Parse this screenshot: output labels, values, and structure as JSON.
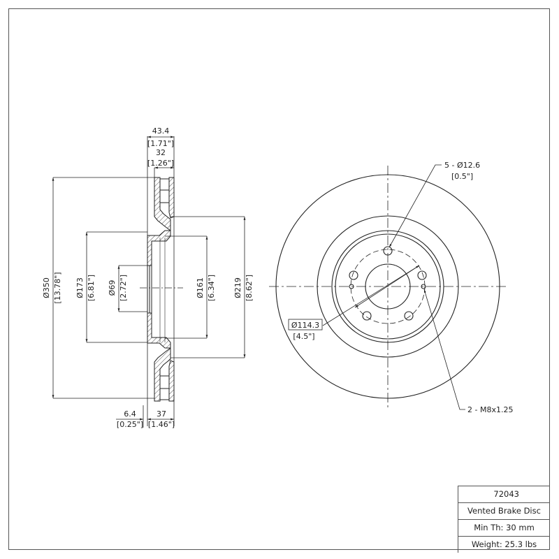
{
  "side_view": {
    "overall_width": {
      "mm": "43.4",
      "in": "[1.71\"]"
    },
    "disc_thickness": {
      "mm": "32",
      "in": "[1.26\"]"
    },
    "outer_diameter": {
      "mm": "Ø350",
      "in": "[13.78\"]"
    },
    "hat_diameter": {
      "mm": "Ø173",
      "in": "[6.81\"]"
    },
    "center_bore": {
      "mm": "Ø69",
      "in": "[2.72\"]"
    },
    "inner_hat_diameter": {
      "mm": "Ø161",
      "in": "[6.34\"]"
    },
    "inner_friction_diameter": {
      "mm": "Ø219",
      "in": "[8.62\"]"
    },
    "hat_thickness": {
      "mm": "6.4",
      "in": "[0.25\"]"
    },
    "hat_height": {
      "mm": "37",
      "in": "[1.46\"]"
    }
  },
  "front_view": {
    "bolt_holes": {
      "mm": "5 - Ø12.6",
      "in": "[0.5\"]"
    },
    "bolt_circle": {
      "mm": "Ø114.3",
      "in": "[4.5\"]"
    },
    "threaded_holes": {
      "label": "2 - M8x1.25"
    }
  },
  "title_block": {
    "part_number": "72043",
    "description": "Vented Brake Disc",
    "min_thickness": "Min Th: 30 mm",
    "weight": "Weight: 25.3 lbs"
  },
  "colors": {
    "line": "#1a1a1a",
    "frame": "#555555",
    "background": "#ffffff"
  }
}
